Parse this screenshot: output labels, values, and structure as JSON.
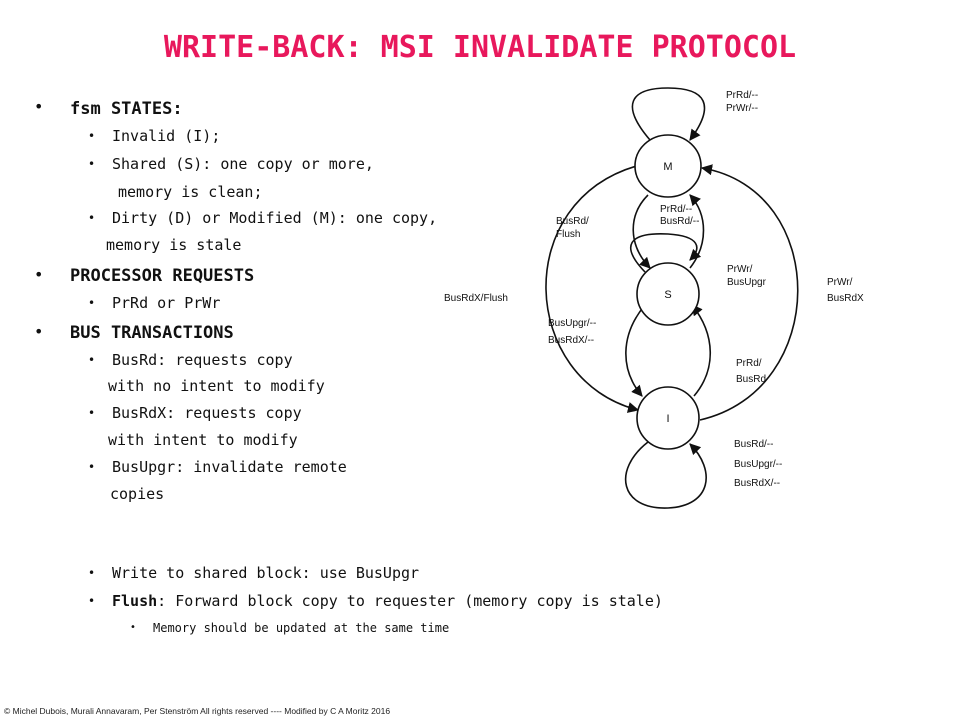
{
  "title": "WRITE-BACK: MSI INVALIDATE PROTOCOL",
  "fsm": {
    "heading": "fsm STATES:",
    "items": [
      "Invalid (I);",
      "Shared (S): one copy or more,",
      "memory is clean;",
      "Dirty (D) or Modified (M): one copy,",
      "memory is stale"
    ]
  },
  "processor": {
    "heading": "PROCESSOR REQUESTS",
    "items": [
      "PrRd or PrWr"
    ]
  },
  "bus": {
    "heading": "BUS TRANSACTIONS",
    "items": [
      "BusRd: requests copy",
      "with no intent to modify",
      "BusRdX: requests copy",
      "with intent to modify",
      "BusUpgr: invalidate remote",
      "copies"
    ]
  },
  "notes": {
    "write_shared": "Write to shared block: use BusUpgr",
    "flush_bold": "Flush",
    "flush_rest": ": Forward block copy to requester (memory copy is stale)",
    "memory_update": "Memory should be updated at the same time"
  },
  "diagram": {
    "states": {
      "m": "M",
      "s": "S",
      "i": "I"
    },
    "labels": {
      "m_self_1": "PrRd/--",
      "m_self_2": "PrWr/--",
      "m_to_s_1": "PrRd/--",
      "m_to_s_2": "BusRd/--",
      "s_m_flush_1": "BusRd/",
      "s_m_flush_2": "Flush",
      "s_to_m_1": "PrWr/",
      "s_to_m_2": "BusUpgr",
      "m_to_i": "BusRdX/Flush",
      "i_to_m_1": "PrWr/",
      "i_to_m_2": "BusRdX",
      "s_to_i_1": "BusUpgr/--",
      "s_to_i_2": "BusRdX/--",
      "i_to_s_1": "PrRd/",
      "i_to_s_2": "BusRd",
      "i_self_1": "BusRd/--",
      "i_self_2": "BusUpgr/--",
      "i_self_3": "BusRdX/--"
    }
  },
  "footer": "© Michel Dubois, Murali Annavaram, Per Stenström All rights reserved ---- Modified by C A Moritz 2016"
}
